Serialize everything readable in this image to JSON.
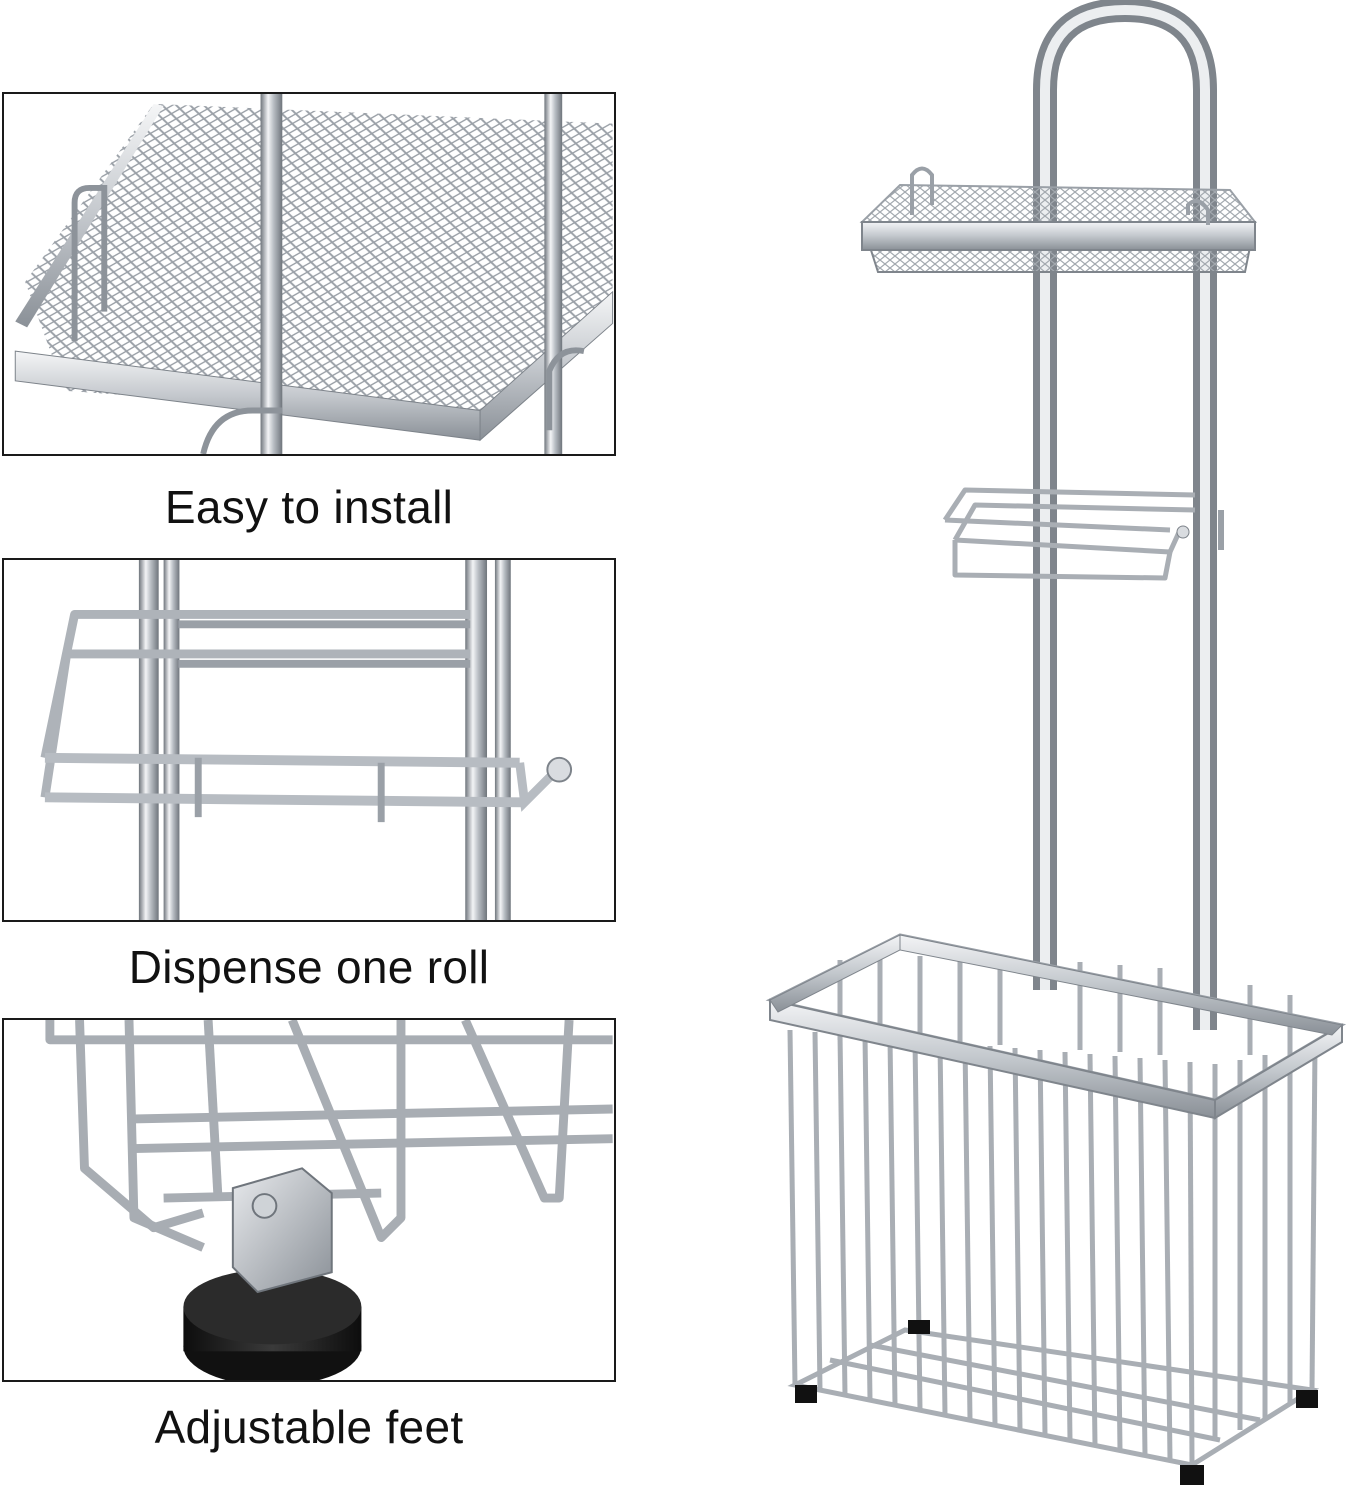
{
  "features": [
    {
      "caption": "Easy to install",
      "icon": "mesh-shelf-closeup"
    },
    {
      "caption": "Dispense one roll",
      "icon": "roll-holder-closeup"
    },
    {
      "caption": "Adjustable feet",
      "icon": "adjustable-foot-closeup"
    }
  ],
  "product": {
    "icon": "toilet-paper-stand-with-basket"
  },
  "colors": {
    "chrome": "#c9cdd2",
    "chrome_dark": "#8d939a",
    "border": "#1a1a1a",
    "foot": "#1b1b1b",
    "text": "#111111"
  }
}
